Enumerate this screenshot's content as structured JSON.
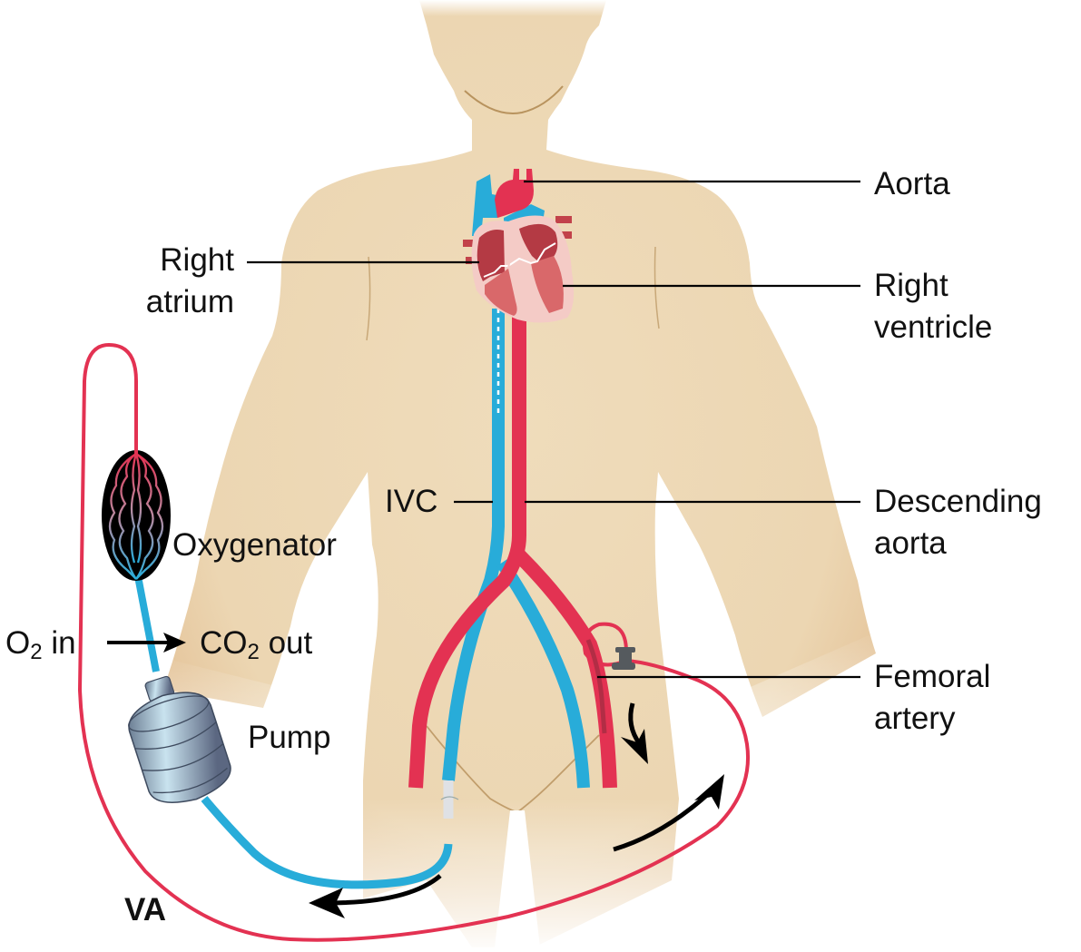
{
  "figure": {
    "title_label": "VA",
    "colors": {
      "skin": "#efdcbb",
      "skin_shadow": "#e3c095",
      "skin_line": "#b8935e",
      "arterial": "#e33252",
      "venous": "#28acd9",
      "heart_muscle": "#c2424a",
      "heart_light": "#d9686a",
      "heart_pericardium": "#f4cbc6",
      "oxygenator_body": "#000000",
      "pump_body": "#8fa2b6",
      "cannula_gray": "#dfe1e5",
      "connector_gray": "#555a5e",
      "leader_line": "#000000",
      "flow_arrow": "#000000"
    }
  },
  "labels": {
    "aorta": "Aorta",
    "right_atrium": [
      "Right",
      "atrium"
    ],
    "right_ventricle": [
      "Right",
      "ventricle"
    ],
    "ivc": "IVC",
    "descending_aorta": [
      "Descending",
      "aorta"
    ],
    "femoral_artery": [
      "Femoral",
      "artery"
    ],
    "oxygenator": "Oxygenator",
    "pump": "Pump",
    "o2_in": {
      "main": "O",
      "sub": "2",
      "rest": " in"
    },
    "co2_out": {
      "main": "CO",
      "sub": "2",
      "rest": " out"
    }
  }
}
